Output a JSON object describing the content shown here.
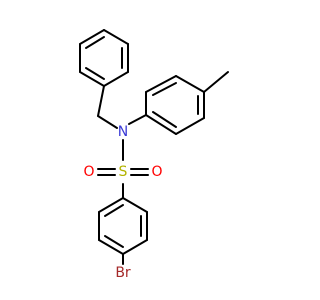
{
  "colors": {
    "bond": "#000000",
    "N": "#3a3ad6",
    "S": "#b3b300",
    "O": "#ff0000",
    "Br": "#a52a2a",
    "background": "#ffffff"
  },
  "atoms": [
    {
      "id": "n1",
      "label": "N",
      "element": "N"
    },
    {
      "id": "s1",
      "label": "S",
      "element": "S"
    },
    {
      "id": "o1",
      "label": "O",
      "element": "O"
    },
    {
      "id": "o2",
      "label": "O",
      "element": "O"
    },
    {
      "id": "br1",
      "label": "Br",
      "element": "Br"
    }
  ]
}
